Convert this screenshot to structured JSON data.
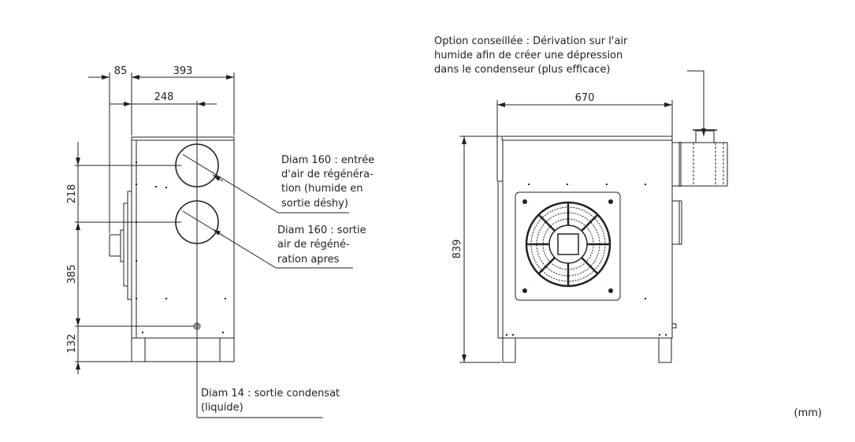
{
  "units": "(mm)",
  "side_view": {
    "dims": {
      "left_offset": "85",
      "width": "393",
      "center_offset": "248",
      "upper_height": "218",
      "middle_height": "385",
      "lower_height": "132"
    },
    "inlet_label": [
      "Diam 160 : entrée",
      "d'air de régénéra-",
      "tion (humide en",
      "sortie déshy)"
    ],
    "outlet_label": [
      "Diam 160 : sortie",
      "air de régéné-",
      "ration apres"
    ],
    "condensate_label": [
      "Diam 14 : sortie condensat",
      "(liquide)"
    ]
  },
  "front_view": {
    "dims": {
      "width": "670",
      "height": "839"
    },
    "option_label": [
      "Option conseillée : Dérivation sur l'air",
      "humide afin de créer une dépression",
      "dans le condenseur (plus efficace)"
    ]
  }
}
